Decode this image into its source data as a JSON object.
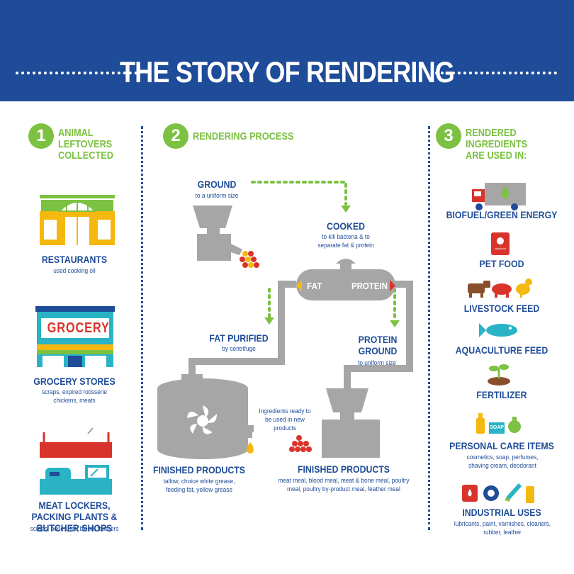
{
  "header": {
    "title": "THE STORY OF RENDERING"
  },
  "steps": [
    {
      "number": "1",
      "title": "ANIMAL LEFTOVERS COLLECTED",
      "lines": [
        "ANIMAL",
        "LEFTOVERS",
        "COLLECTED"
      ]
    },
    {
      "number": "2",
      "title": "RENDERING PROCESS",
      "lines": [
        "RENDERING PROCESS"
      ]
    },
    {
      "number": "3",
      "title": "RENDERED INGREDIENTS ARE USED IN:",
      "lines": [
        "RENDERED",
        "INGREDIENTS",
        "ARE USED IN:"
      ]
    }
  ],
  "sources": [
    {
      "title": "RESTAURANTS",
      "detail": "used cooking oil"
    },
    {
      "title": "GROCERY STORES",
      "detail": "scraps, expired rotisserie chickens, meats",
      "sign": "GROCERY"
    },
    {
      "title": "MEAT LOCKERS, PACKING PLANTS & BUTCHER SHOPS",
      "detail": "scraps, bones, fat, blood, feathers"
    }
  ],
  "process": {
    "ground": {
      "title": "GROUND",
      "detail": "to a uniform size"
    },
    "cooked": {
      "title": "COOKED",
      "detail": "to kill bacteria & to separate fat & protein"
    },
    "tank_fat": "FAT",
    "tank_protein": "PROTEIN",
    "fat_purified": {
      "title": "FAT PURIFIED",
      "detail": "by centrifuge"
    },
    "protein_ground": {
      "title": "PROTEIN GROUND",
      "detail": "to uniform size"
    },
    "ready_note": "Ingredients ready to be used in new products",
    "finished_fat": {
      "title": "FINISHED PRODUCTS",
      "detail": "tallow, choice white grease, feeding fat, yellow grease"
    },
    "finished_protein": {
      "title": "FINISHED PRODUCTS",
      "detail": "meat meal, blood meal, meat & bone meal, poultry meal, poultry by-product meal, feather meal"
    }
  },
  "uses": [
    {
      "title": "BIOFUEL/GREEN ENERGY",
      "detail": ""
    },
    {
      "title": "PET FOOD",
      "detail": "",
      "bag_label": "dog food"
    },
    {
      "title": "LIVESTOCK FEED",
      "detail": ""
    },
    {
      "title": "AQUACULTURE FEED",
      "detail": ""
    },
    {
      "title": "FERTILIZER",
      "detail": ""
    },
    {
      "title": "PERSONAL CARE ITEMS",
      "detail": "cosmetics, soap, perfumes, shaving cream, deodorant",
      "soap_label": "SOAP"
    },
    {
      "title": "INDUSTRIAL USES",
      "detail": "lubricants, paint, varnishes, cleaners, rubber, leather"
    }
  ],
  "colors": {
    "header": "#1f4c98",
    "green": "#7cc142",
    "gray": "#a6a6a6",
    "red": "#d9342b",
    "yellow": "#f5b80f",
    "teal": "#2ab3c5"
  }
}
